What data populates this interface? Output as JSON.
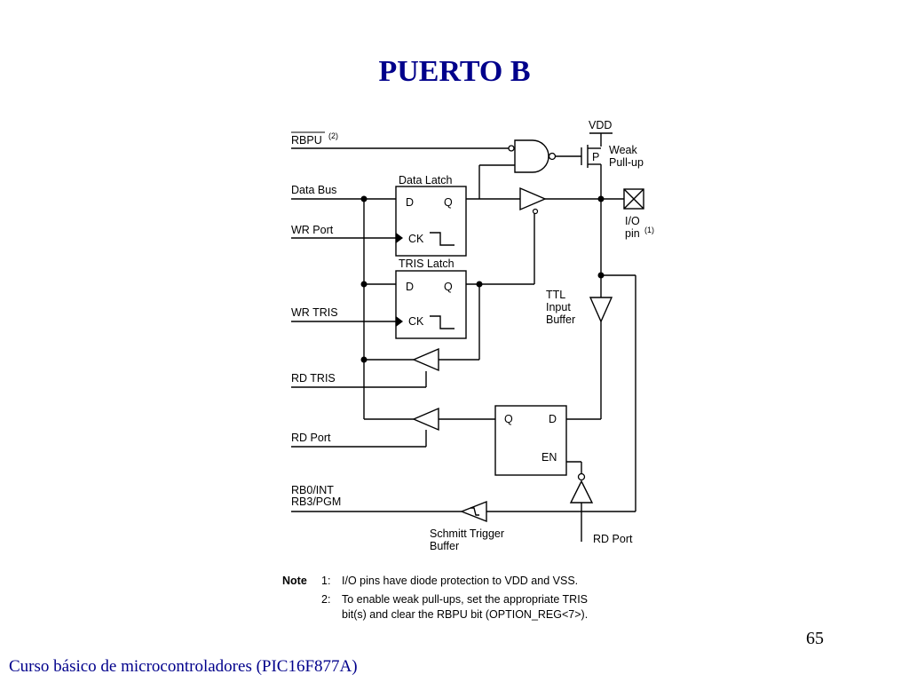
{
  "slide": {
    "title": "PUERTO B",
    "page_number": "65",
    "footer": "Curso básico de microcontroladores (PIC16F877A)"
  },
  "diagram": {
    "signals": {
      "rbpu": "RBPU",
      "rbpu_note": "(2)",
      "data_bus": "Data Bus",
      "wr_port": "WR Port",
      "wr_tris": "WR TRIS",
      "rd_tris": "RD TRIS",
      "rd_port_left": "RD Port",
      "rb0_int": "RB0/INT",
      "rb3_pgm": "RB3/PGM",
      "rd_port_bottom": "RD Port"
    },
    "blocks": {
      "data_latch": "Data Latch",
      "tris_latch": "TRIS Latch",
      "d": "D",
      "q": "Q",
      "ck": "CK",
      "en": "EN",
      "p": "P"
    },
    "power": {
      "vdd": "VDD",
      "weak_pullup_line1": "Weak",
      "weak_pullup_line2": "Pull-up"
    },
    "pin": {
      "io_line1": "I/O",
      "io_line2": "pin",
      "io_note": "(1)"
    },
    "buffers": {
      "ttl_line1": "TTL",
      "ttl_line2": "Input",
      "ttl_line3": "Buffer",
      "schmitt_line1": "Schmitt Trigger",
      "schmitt_line2": "Buffer"
    },
    "notes": {
      "heading": "Note",
      "n1_num": "1:",
      "n1_text": "I/O pins have diode protection to VDD and VSS.",
      "n2_num": "2:",
      "n2_text_line1": "To enable weak pull-ups, set the appropriate TRIS",
      "n2_text_line2": "bit(s) and clear the RBPU bit (OPTION_REG<7>)."
    }
  }
}
